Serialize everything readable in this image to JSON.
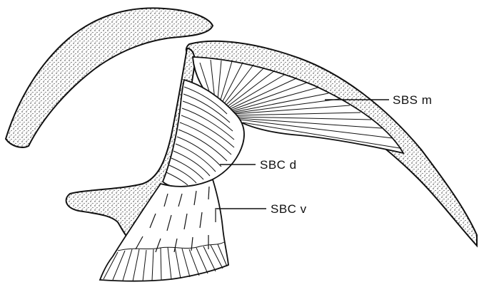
{
  "labels": {
    "sbs_m": "SBS m",
    "sbc_d": "SBC d",
    "sbc_v": "SBC v"
  },
  "colors": {
    "ink": "#111111",
    "stipple": "#d9d9d9",
    "background": "#ffffff"
  }
}
